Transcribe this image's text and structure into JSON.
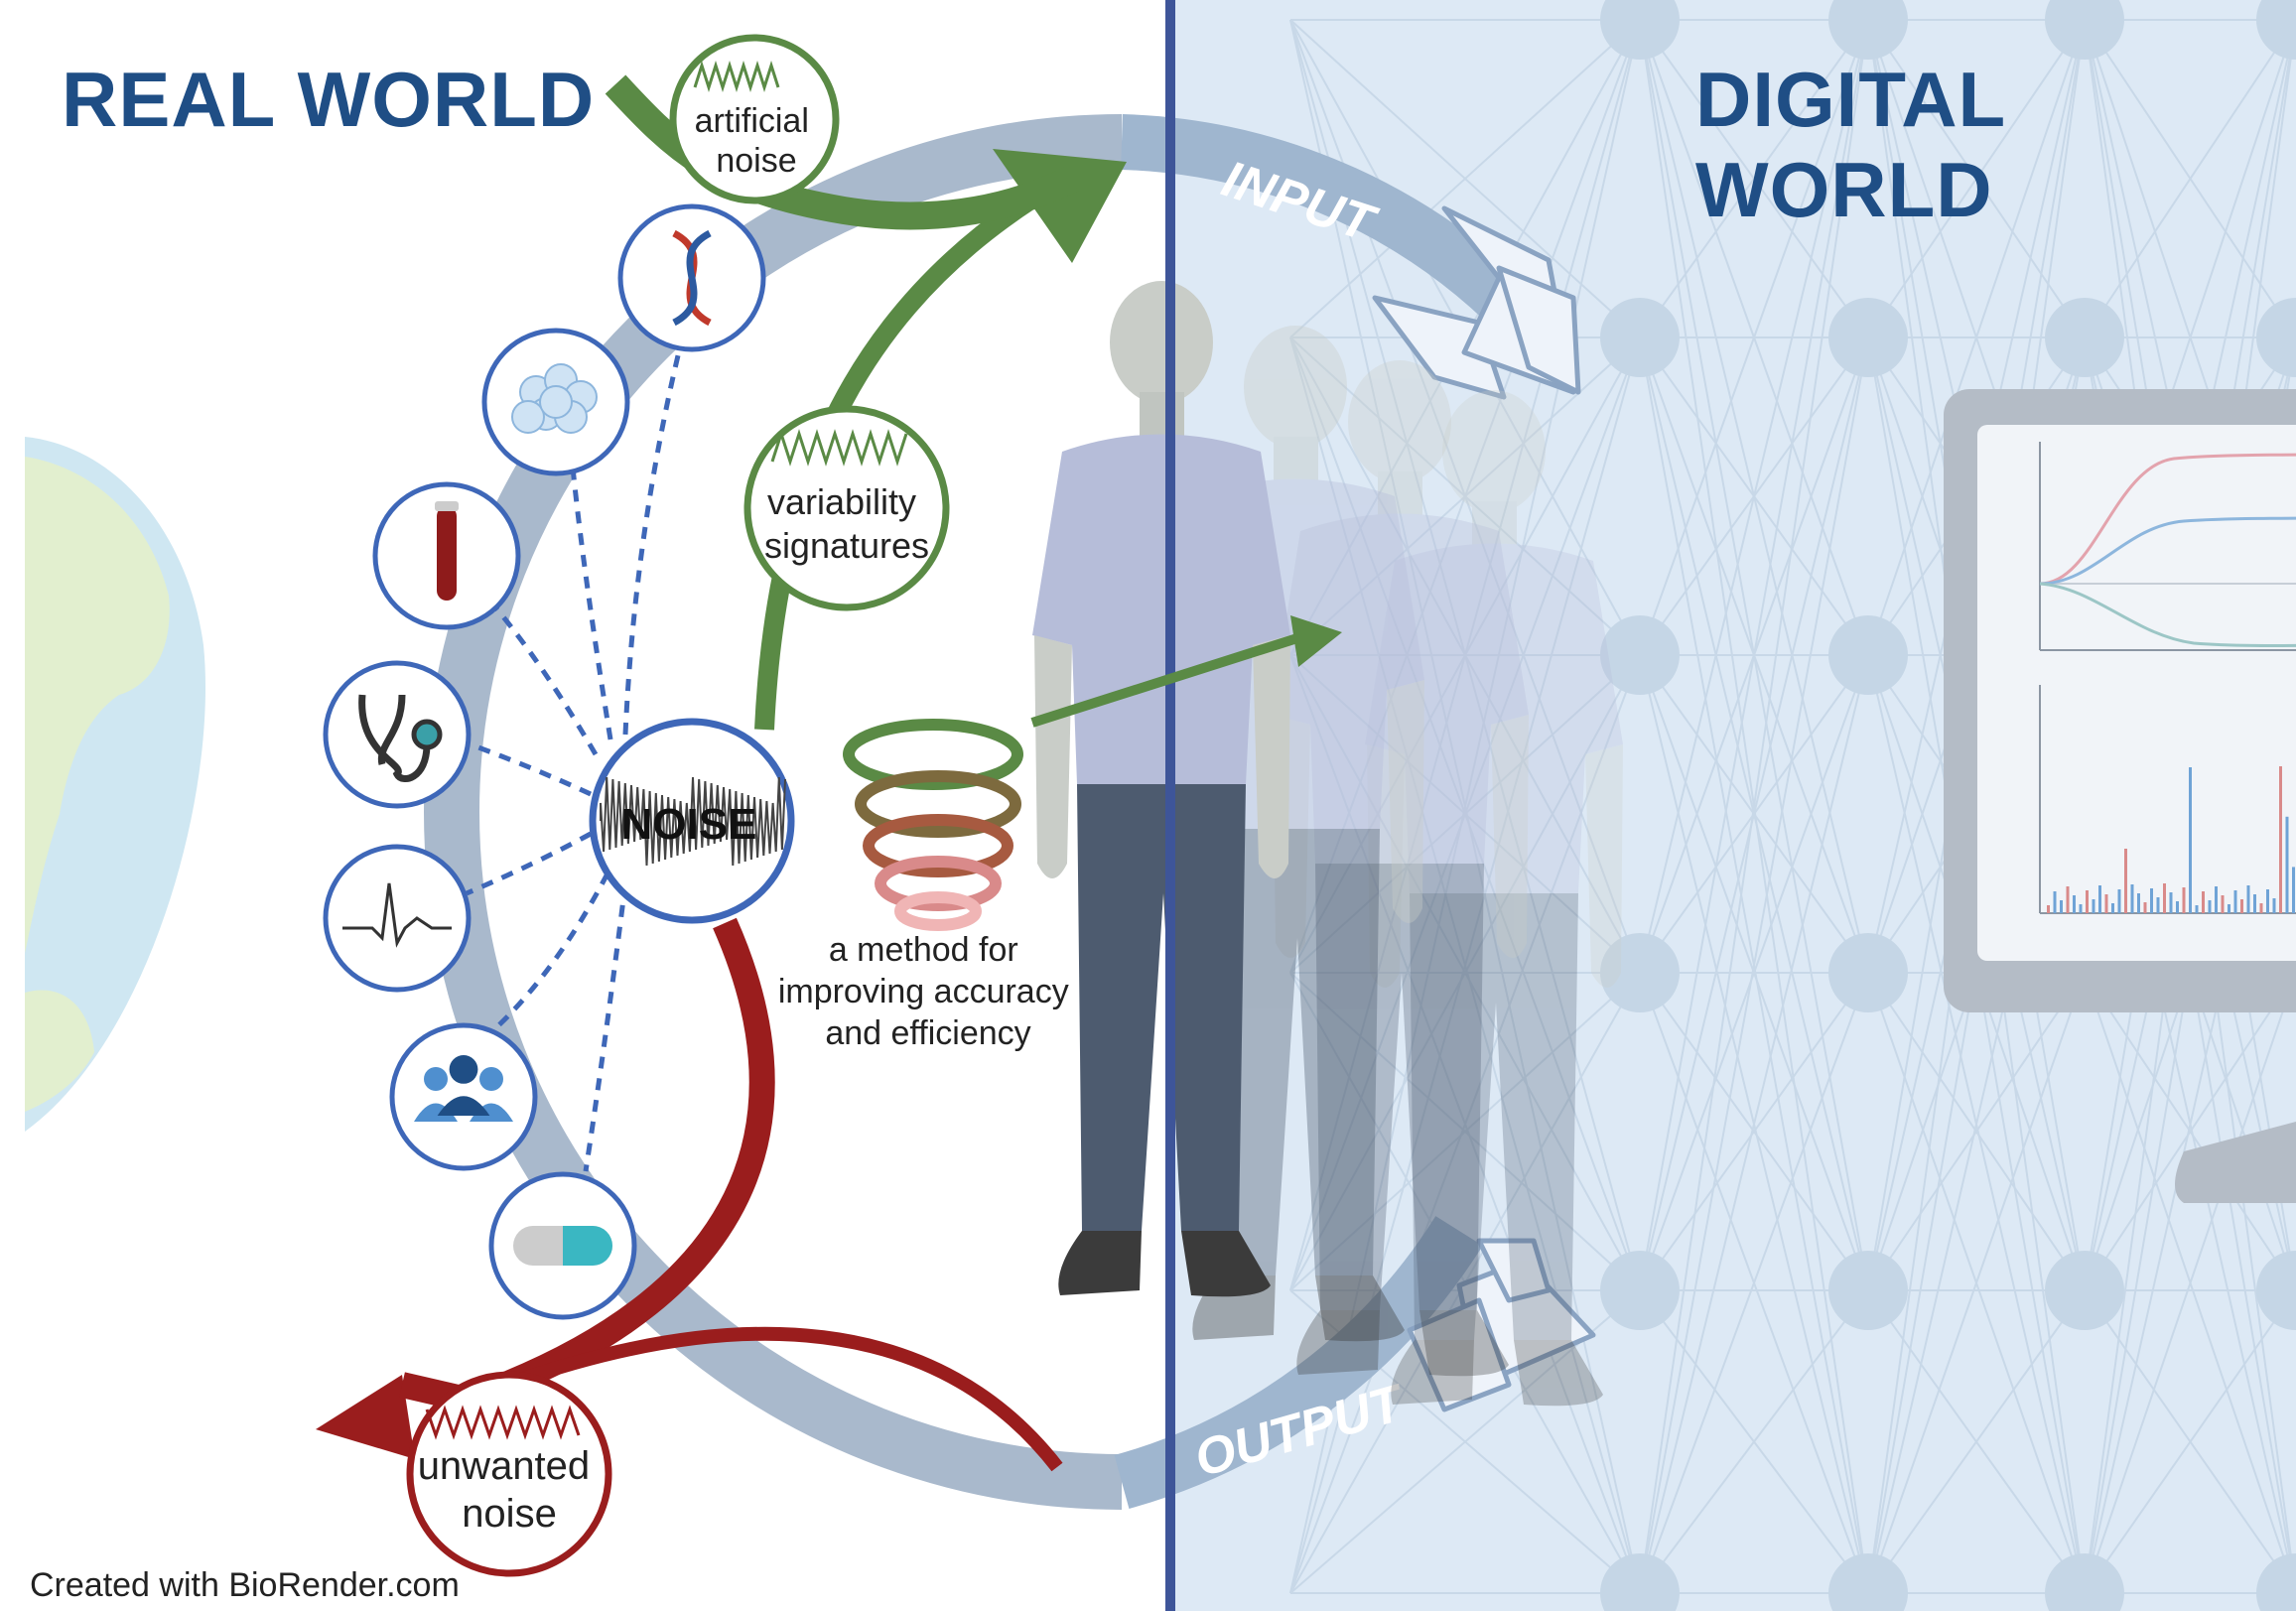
{
  "real_world_title": "REAL WORLD",
  "digital_world_title": "DIGITAL WORLD",
  "bubbles": {
    "artificial": [
      "artificial",
      "noise"
    ],
    "variability": [
      "variability",
      "signatures"
    ],
    "noise": "NOISE",
    "unwanted": [
      "unwanted",
      "noise"
    ]
  },
  "method_caption": [
    "a method for",
    "improving accuracy",
    "and efficiency"
  ],
  "cycle_labels": {
    "input": "INPUT",
    "output": "OUTPUT"
  },
  "source_icons": [
    "dna-icon",
    "cells-icon",
    "blood-tube-icon",
    "stethoscope-icon",
    "ecg-icon",
    "people-icon",
    "pill-icon"
  ],
  "credit": "Created with BioRender.com",
  "colors": {
    "title": "#1f4e85",
    "green": "#5a8a45",
    "red": "#9a1d1d",
    "ring": "#a9b9cc",
    "divider": "#3e5599",
    "digital_bg": "#dde9f5",
    "node": "#c5d6e6"
  }
}
